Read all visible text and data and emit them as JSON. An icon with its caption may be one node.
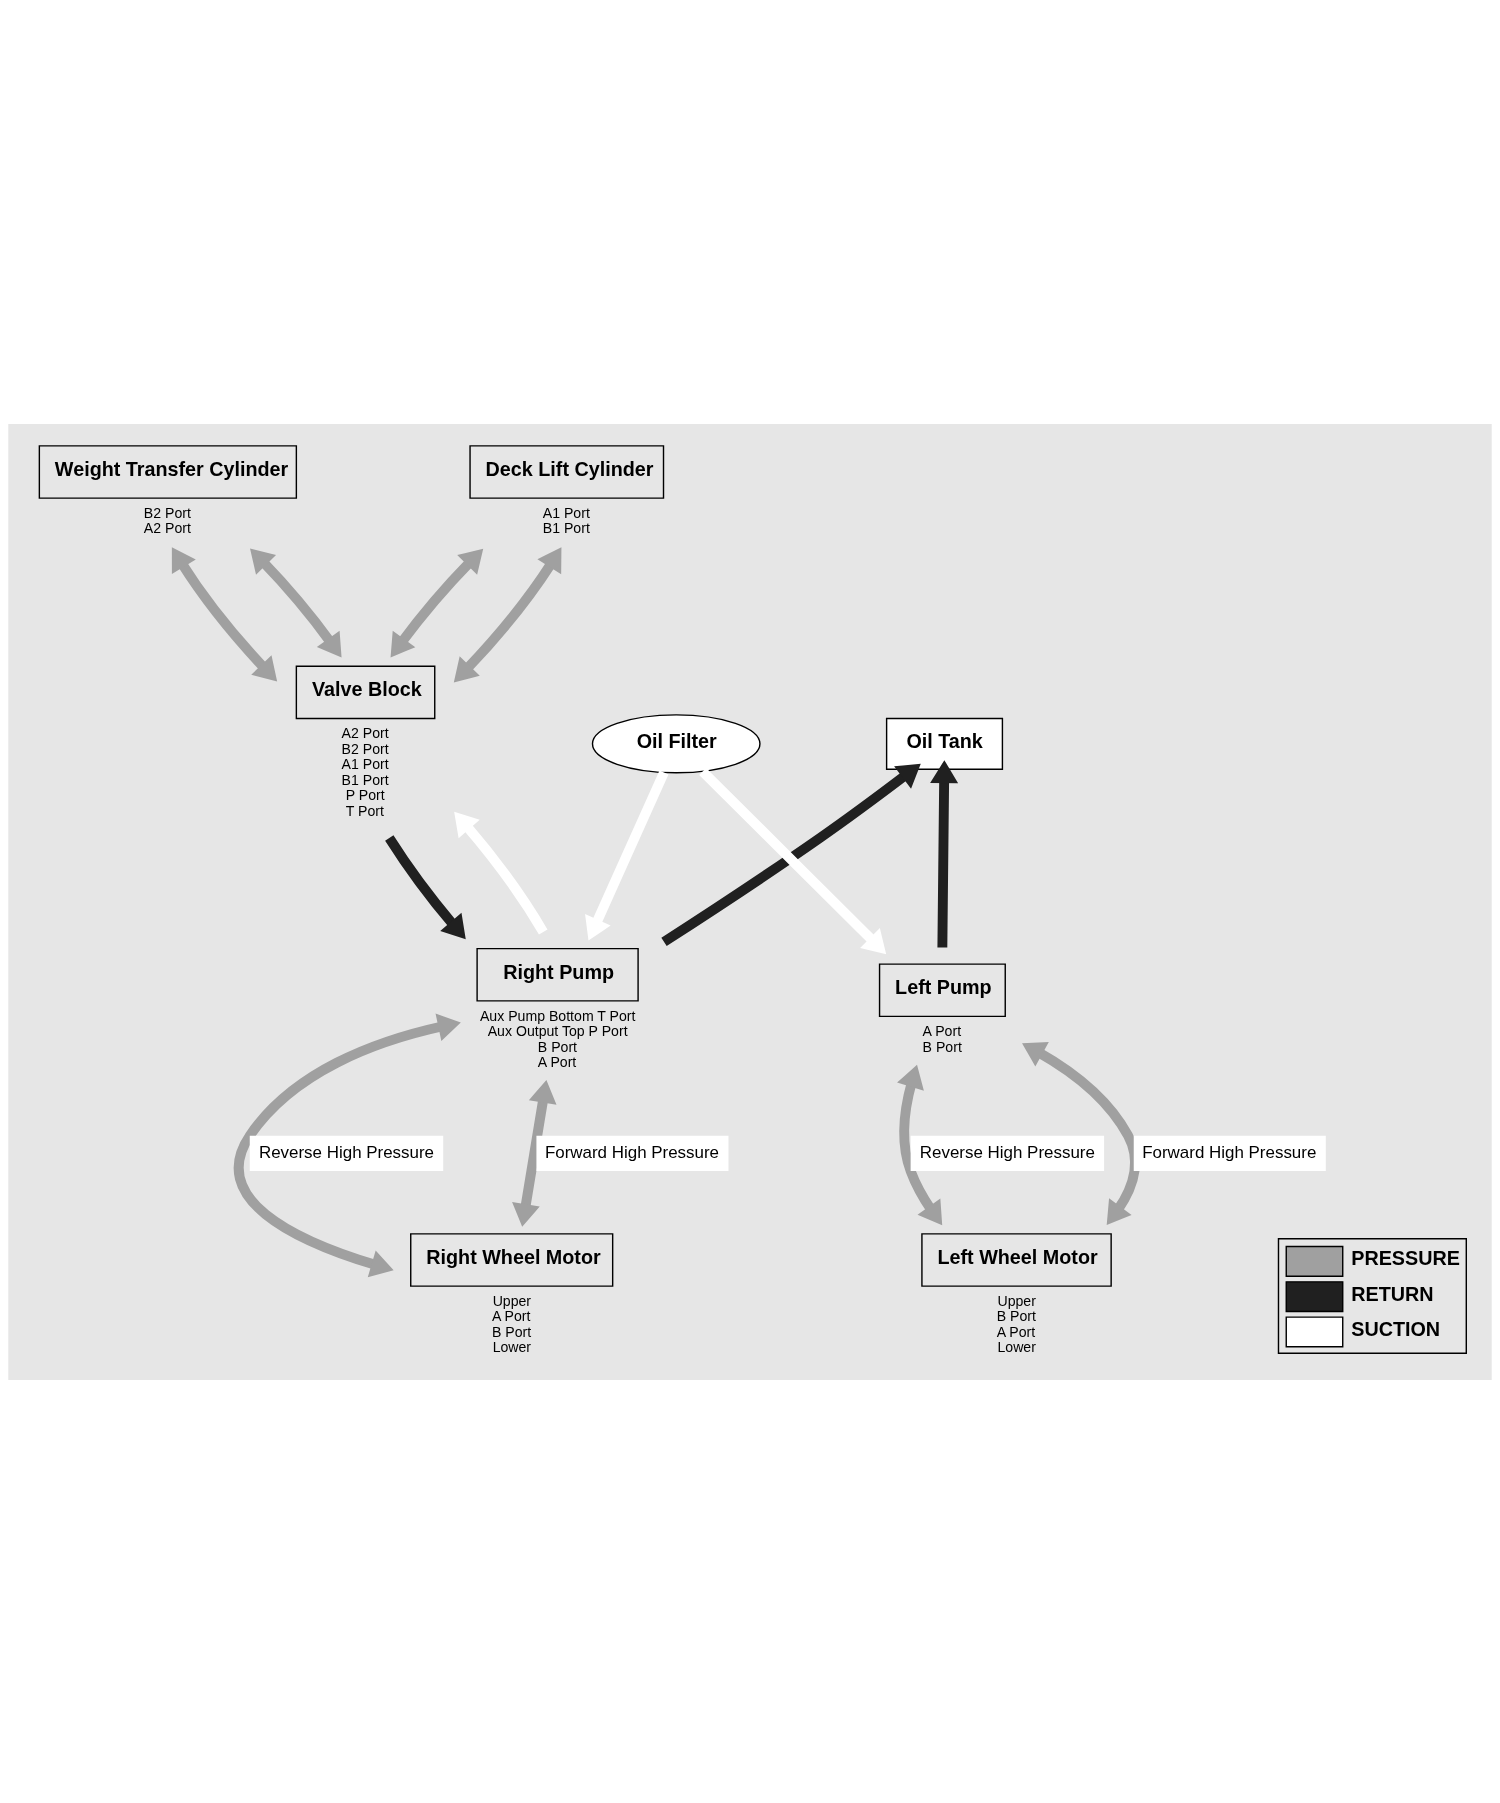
{
  "diagram": {
    "nodes": [
      {
        "text": [
          "Weight Transfer Cylinder"
        ],
        "beside": [
          "B2 Port",
          "A2 Port"
        ]
      },
      {
        "text": [
          "Deck Lift Cylinder"
        ],
        "beside": [
          "A1 Port",
          "B1 Port"
        ]
      },
      {
        "text": [
          "Valve Block"
        ],
        "beside": [
          "A2 Port",
          "B2 Port",
          "A1 Port",
          "B1 Port",
          "P Port",
          "T Port"
        ]
      },
      {
        "text": [
          "Oil Tank"
        ]
      },
      {
        "text": [
          "Oil Filter"
        ]
      },
      {
        "text": [
          "Left Pump"
        ],
        "beside": [
          "A Port",
          "B Port"
        ]
      },
      {
        "text": [
          "Right Pump"
        ],
        "beside": [
          "Aux Pump Bottom T Port",
          "Aux Output Top P Port",
          "B Port",
          "A Port"
        ]
      },
      {
        "text": [
          "Left Wheel Motor"
        ],
        "beside": [
          "Upper",
          "B Port",
          "A Port",
          "Lower"
        ]
      },
      {
        "text": [
          "Right Wheel Motor"
        ],
        "beside": [
          "Upper",
          "A Port",
          "B Port",
          "Lower"
        ]
      }
    ],
    "edges": [
      {
        "from": 0,
        "to": 2,
        "arrow": "both",
        "color": "#a0a0a0"
      },
      {
        "from": 0,
        "to": 2,
        "arrow": "both",
        "color": "#a0a0a0"
      },
      {
        "from": 1,
        "to": 2,
        "arrow": "both",
        "color": "#a0a0a0"
      },
      {
        "from": 1,
        "to": 2,
        "arrow": "both",
        "color": "#a0a0a0"
      },
      {
        "from": 6,
        "to": 2,
        "arrow": "to",
        "color": "#ffffff"
      },
      {
        "from": 2,
        "to": 6,
        "arrow": "to",
        "color": "#202020"
      },
      {
        "from": 5,
        "to": 3,
        "arrow": "to",
        "color": "#202020"
      },
      {
        "from": 6,
        "to": 3,
        "arrow": "to",
        "color": "#202020"
      },
      {
        "from": 4,
        "to": 5,
        "arrow": "to",
        "color": "#ffffff"
      },
      {
        "from": 4,
        "to": 6,
        "arrow": "to",
        "color": "#ffffff"
      },
      {
        "from": 5,
        "to": 7,
        "label": "Reverse High Pressure",
        "arrow": "both",
        "color": "#a0a0a0"
      },
      {
        "from": 5,
        "to": 7,
        "label": "Forward High Pressure",
        "arrow": "both",
        "color": "#a0a0a0"
      },
      {
        "from": 6,
        "to": 8,
        "label": "Reverse High Pressure",
        "arrow": "both",
        "color": "#a0a0a0"
      },
      {
        "from": 6,
        "to": 8,
        "label": "Forward High Pressure",
        "arrow": "both",
        "color": "#a0a0a0"
      }
    ],
    "legend": [
      {
        "text": "PRESSURE",
        "color": "#a0a0a0"
      },
      {
        "text": "RETURN",
        "color": "#202020"
      },
      {
        "text": "SUCTION",
        "color": "#ffffff"
      }
    ]
  }
}
